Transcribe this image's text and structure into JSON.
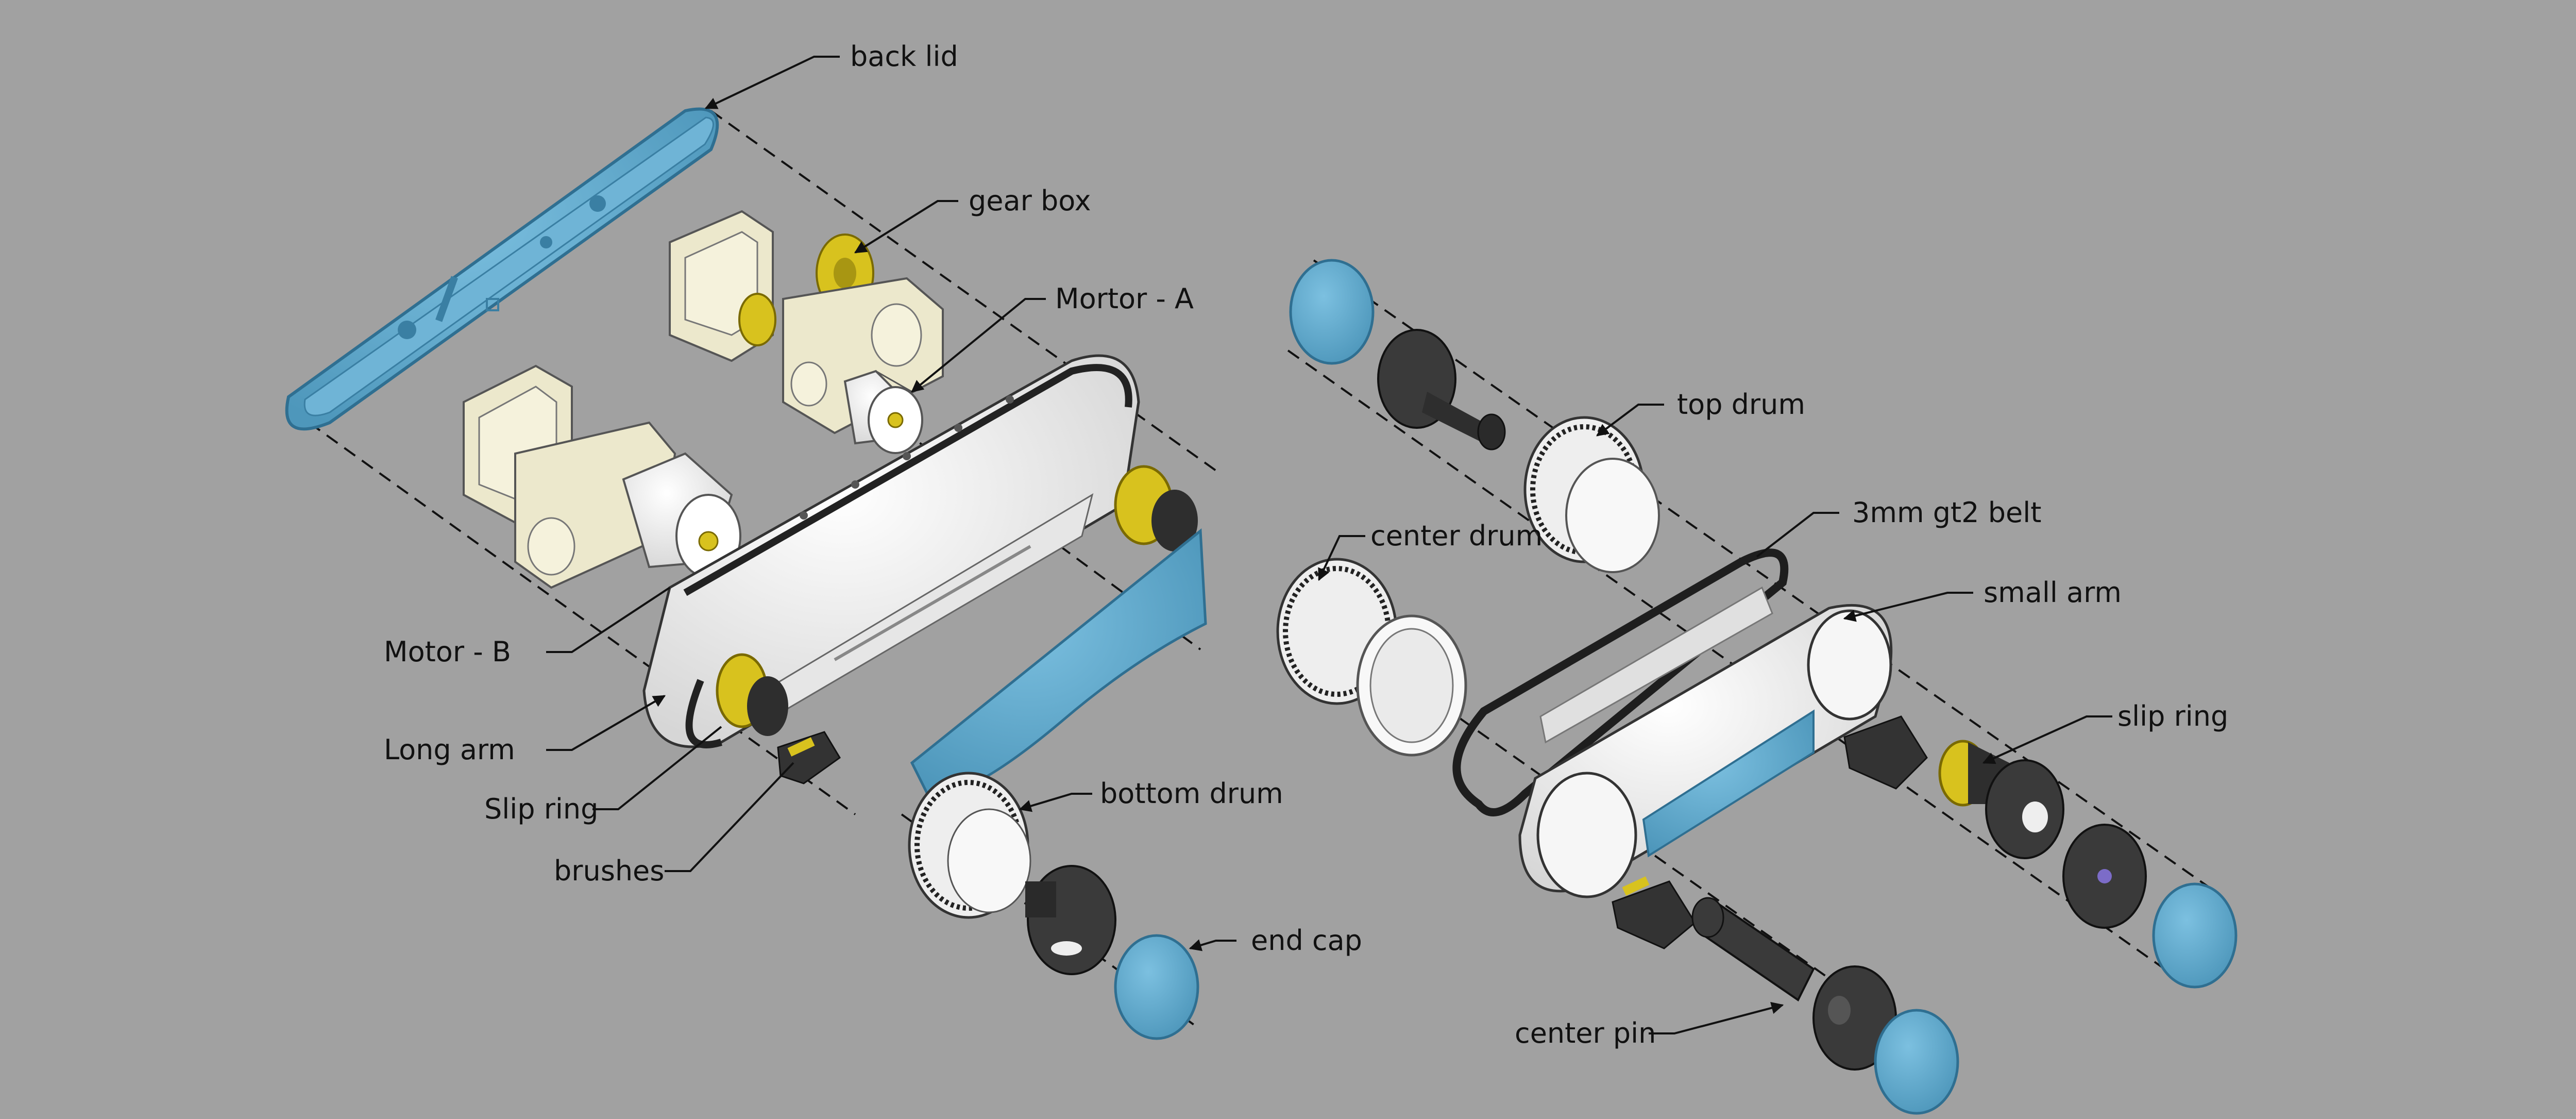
{
  "diagram": {
    "labels": {
      "back_lid": "back lid",
      "gear_box": "gear box",
      "mortor_a": "Mortor - A",
      "motor_b": "Motor - B",
      "long_arm": "Long arm",
      "slip_ring_left": "Slip ring",
      "brushes": "brushes",
      "bottom_drum": "bottom drum",
      "end_cap": "end cap",
      "top_drum": "top drum",
      "center_drum": "center drum",
      "gt2_belt": "3mm gt2 belt",
      "small_arm": "small arm",
      "slip_ring_right": "slip ring",
      "center_pin": "center pin"
    },
    "colors": {
      "background": "#a1a1a1",
      "blue_panel": "#5ea8cc",
      "white_part": "#f2f2f2",
      "cream_part": "#ece8cc",
      "yellow_part": "#d8c21e",
      "dark_part": "#3a3a3a"
    }
  }
}
